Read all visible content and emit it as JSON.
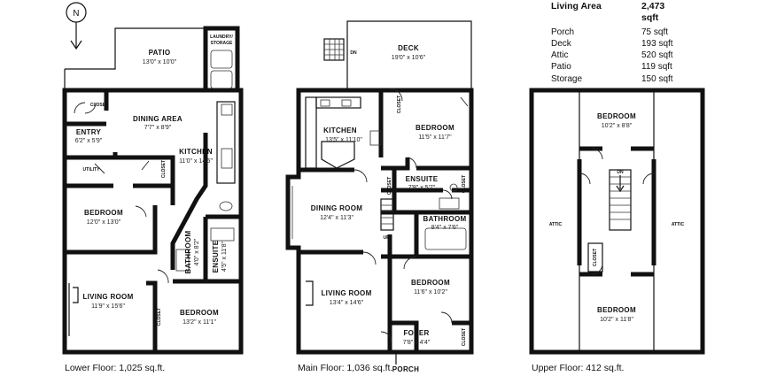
{
  "summary": {
    "rows": [
      {
        "label": "Living Area",
        "value": "2,473 sqft"
      },
      {
        "label": "Porch",
        "value": "75 sqft"
      },
      {
        "label": "Deck",
        "value": "193 sqft"
      },
      {
        "label": "Attic",
        "value": "520 sqft"
      },
      {
        "label": "Patio",
        "value": "119 sqft"
      },
      {
        "label": "Storage",
        "value": "150 sqft"
      }
    ]
  },
  "compass": {
    "label": "N"
  },
  "lower": {
    "caption": "Lower Floor: 1,025 sq.ft.",
    "rooms": {
      "patio": {
        "name": "PATIO",
        "dim": "13'0\" x 10'0\""
      },
      "laundry": {
        "name1": "LAUNDRY/",
        "name2": "STORAGE"
      },
      "closet1": {
        "name": "CLOSET"
      },
      "entry": {
        "name": "ENTRY",
        "dim": "6'2\" x 5'9\""
      },
      "dining": {
        "name": "DINING AREA",
        "dim": "7'7\" x 8'9\""
      },
      "kitchen": {
        "name": "KITCHEN",
        "dim": "11'0\" x 14'5\""
      },
      "utility": {
        "name": "UTILITY"
      },
      "closet2": {
        "name": "CLOSET"
      },
      "bedroom1": {
        "name": "BEDROOM",
        "dim": "12'0\" x 13'0\""
      },
      "bathroom": {
        "name": "BATHROOM",
        "dim": "4'0\" x 8'2\""
      },
      "ensuite": {
        "name": "ENSUITE",
        "dim": "4'5\" x 11'8\""
      },
      "living": {
        "name": "LIVING ROOM",
        "dim": "11'9\" x 15'6\""
      },
      "bedroom2": {
        "name": "BEDROOM",
        "dim": "13'2\" x 11'1\""
      },
      "closet3": {
        "name": "CLOSET"
      }
    }
  },
  "main": {
    "caption": "Main Floor: 1,036 sq.ft.",
    "rooms": {
      "deck": {
        "name": "DECK",
        "dim": "19'0\" x 10'6\""
      },
      "kitchen": {
        "name": "KITCHEN",
        "dim": "13'5\" x 11'10\""
      },
      "bedroom1": {
        "name": "BEDROOM",
        "dim": "11'5\" x 11'7\""
      },
      "closet1": {
        "name": "CLOSET"
      },
      "ensuite": {
        "name": "ENSUITE",
        "dim": "7'8\" x 5'7\""
      },
      "closet2": {
        "name": "CLOSET"
      },
      "closet3": {
        "name": "CLOSET"
      },
      "dining": {
        "name": "DINING ROOM",
        "dim": "12'4\" x 11'3\""
      },
      "bathroom": {
        "name": "BATHROOM",
        "dim": "8'4\" x 7'6\""
      },
      "living": {
        "name": "LIVING ROOM",
        "dim": "13'4\" x 14'6\""
      },
      "bedroom2": {
        "name": "BEDROOM",
        "dim": "11'6\" x 10'2\""
      },
      "foyer": {
        "name": "FOYER",
        "dim": "7'8\" x 4'4\""
      },
      "closet4": {
        "name": "CLOSET"
      },
      "porch": {
        "name": "PORCH"
      },
      "up": {
        "name": "UP"
      },
      "dn": {
        "name": "DN"
      }
    }
  },
  "upper": {
    "caption": "Upper Floor: 412 sq.ft.",
    "rooms": {
      "bedroom1": {
        "name": "BEDROOM",
        "dim": "10'2\" x 8'8\""
      },
      "attic1": {
        "name": "ATTIC"
      },
      "attic2": {
        "name": "ATTIC"
      },
      "dn": {
        "name": "DN"
      },
      "closet": {
        "name": "CLOSET"
      },
      "bedroom2": {
        "name": "BEDROOM",
        "dim": "10'2\" x 11'8\""
      }
    }
  }
}
